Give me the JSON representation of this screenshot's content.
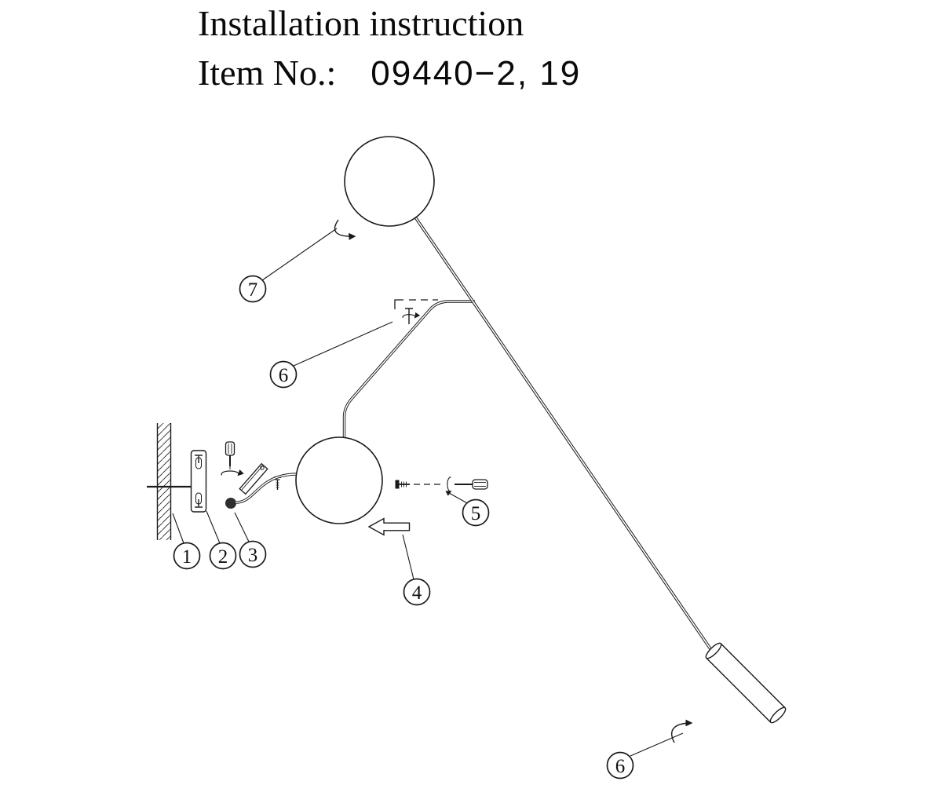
{
  "colors": {
    "ink": "#1a1a1a",
    "paper": "#ffffff"
  },
  "header": {
    "title": "Installation instruction",
    "item_label": "Item No.:",
    "item_value": "09440−2, 19"
  },
  "callouts": {
    "n1": "1",
    "n2": "2",
    "n3": "3",
    "n4": "4",
    "n5": "5",
    "n6_upper": "6",
    "n6_lower": "6",
    "n7": "7"
  }
}
